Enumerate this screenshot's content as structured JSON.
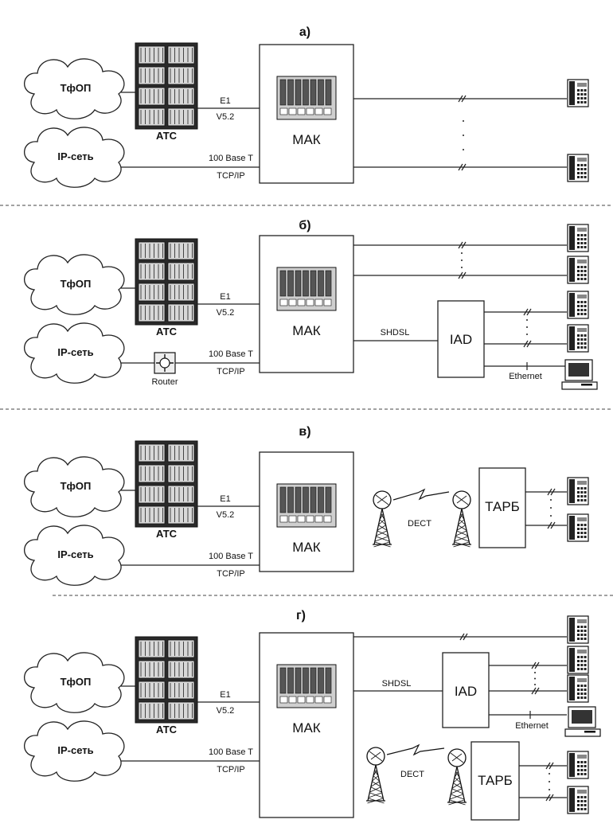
{
  "labels": {
    "pstn": "ТфОП",
    "ip_network": "IP-сеть",
    "exchange": "АТС",
    "mak": "МАК",
    "e1": "E1",
    "v52": "V5.2",
    "base_t": "100 Base T",
    "tcpip": "TCP/IP",
    "shdsl": "SHDSL",
    "iad": "IAD",
    "ethernet": "Ethernet",
    "router": "Router",
    "dect": "DECT",
    "tarb": "ТАРБ"
  },
  "panels": [
    {
      "id": "a",
      "title": "а)"
    },
    {
      "id": "b",
      "title": "б)"
    },
    {
      "id": "v",
      "title": "в)"
    },
    {
      "id": "g",
      "title": "г)"
    }
  ],
  "colors": {
    "line": "#222222",
    "background": "#ffffff"
  }
}
